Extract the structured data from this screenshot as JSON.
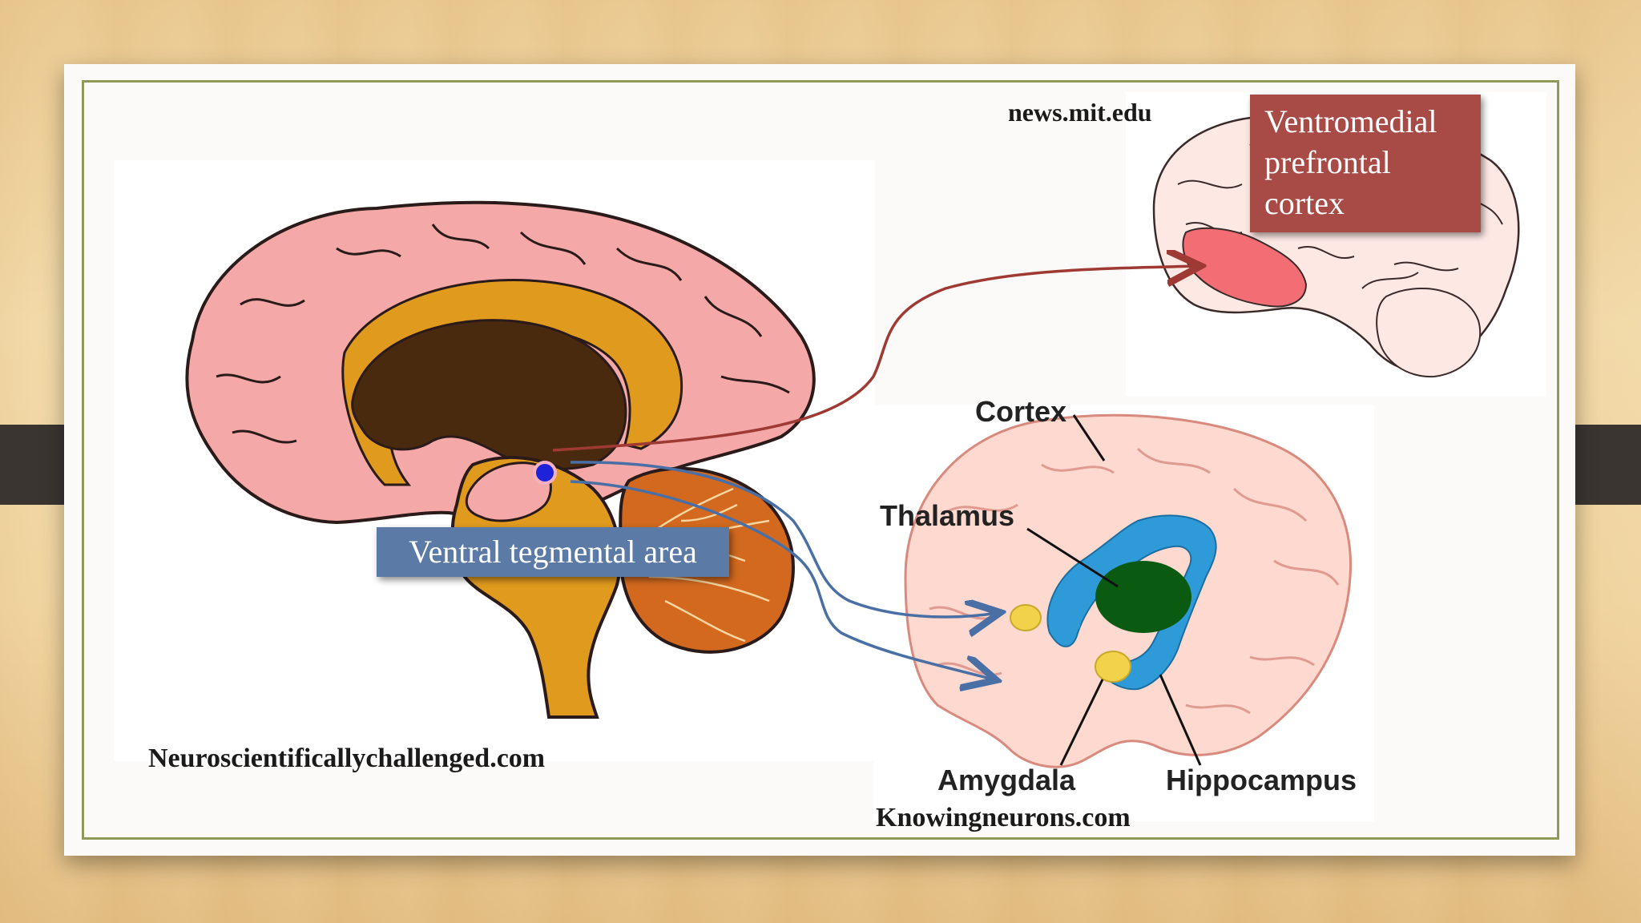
{
  "slide": {
    "credits": {
      "mit": "news.mit.edu",
      "neuro": "Neuroscientificallychallenged.com",
      "knowing": "Knowingneurons.com"
    },
    "callouts": {
      "vmpfc_lines": [
        "Ventromedial",
        "prefrontal",
        "cortex"
      ],
      "vta": "Ventral tegmental area"
    },
    "diagram_labels": {
      "cortex": "Cortex",
      "thalamus": "Thalamus",
      "amygdala": "Amygdala",
      "hippocampus": "Hippocampus"
    }
  },
  "colors": {
    "frame_border": "#8f9a57",
    "vmpfc_box": "#a84b47",
    "vta_box": "#5b7ba6",
    "arrow_red": "#9e3a33",
    "arrow_blue": "#4a6fa5",
    "cortex_pink": "#f4a9a8",
    "corpus_callosum": "#e09a1e",
    "ventricle": "#4a2a0e",
    "cerebellum": "#d2691e",
    "limbic_blue": "#2e9bd8",
    "thalamus_green": "#0b5a12",
    "nucleus_yellow": "#f2d24a",
    "vmpfc_red": "#f26d74"
  }
}
